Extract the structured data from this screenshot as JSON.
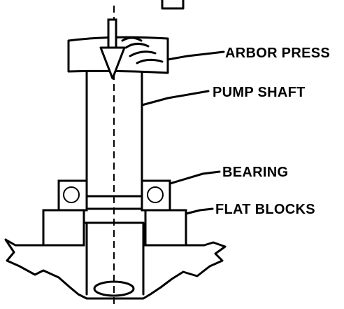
{
  "labels": {
    "arbor_press": "ARBOR PRESS",
    "pump_shaft": "PUMP SHAFT",
    "bearing": "BEARING",
    "flat_blocks": "FLAT BLOCKS"
  }
}
